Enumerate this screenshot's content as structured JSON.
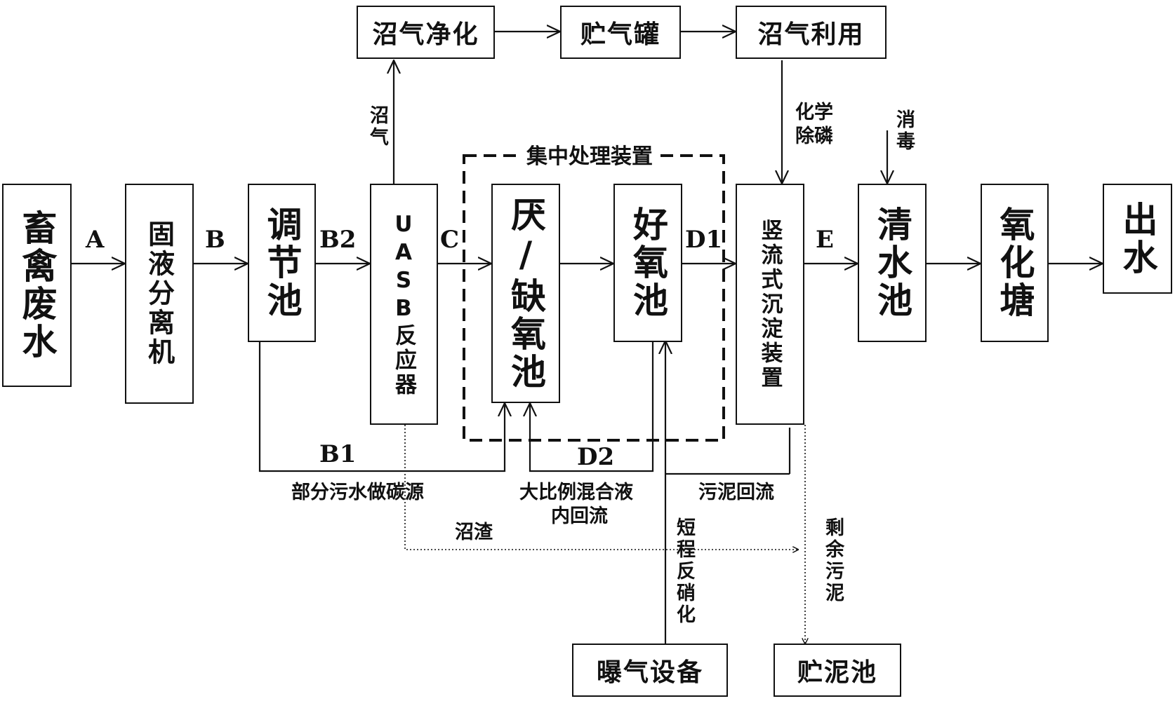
{
  "nodes": {
    "livestock_wastewater": "畜禽废水",
    "solid_liquid_separator": "固液分离机",
    "equalization_tank": "调节池",
    "uasb": "UASB反应器",
    "anoxic_tank": "厌/缺氧池",
    "aerobic_tank": "好氧池",
    "vertical_settler": "竖流式沉淀装置",
    "clear_water_tank": "清水池",
    "oxidation_pond": "氧化塘",
    "effluent": "出水",
    "biogas_purification": "沼气净化",
    "gas_holder": "贮气罐",
    "biogas_utilization": "沼气利用",
    "aeration_equipment": "曝气设备",
    "sludge_tank": "贮泥池"
  },
  "group": {
    "label": "集中处理装置"
  },
  "flow_labels": {
    "A": "A",
    "B": "B",
    "B2": "B2",
    "C": "C",
    "D1": "D1",
    "E": "E",
    "B1": "B1",
    "D2": "D2"
  },
  "annotations": {
    "biogas": "沼气",
    "chemical_p_removal_1": "化学",
    "chemical_p_removal_2": "除磷",
    "disinfection": "消毒",
    "carbon_source": "部分污水做碳源",
    "internal_reflux_1": "大比例混合液",
    "internal_reflux_2": "内回流",
    "sludge_return": "污泥回流",
    "digestate": "沼渣",
    "short_cut_denitrification": "短程反硝化",
    "excess_sludge": "剩余污泥"
  }
}
